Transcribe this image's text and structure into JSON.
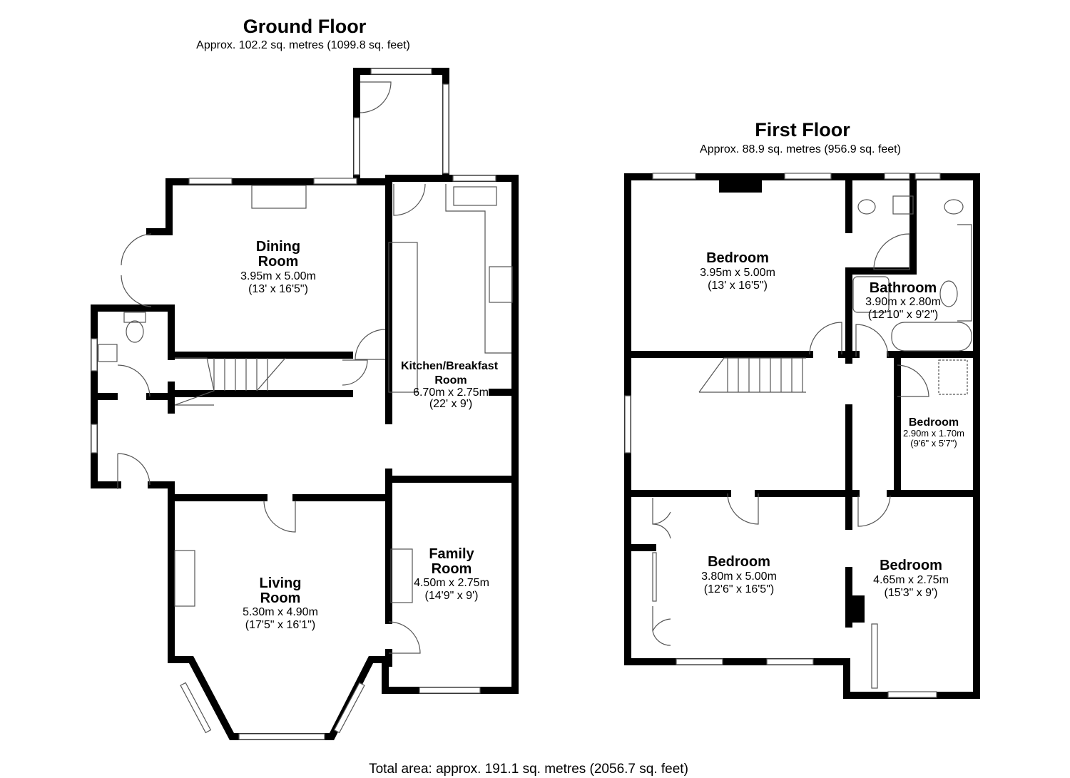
{
  "ground_floor": {
    "title": "Ground Floor",
    "area": "Approx. 102.2 sq. metres (1099.8 sq. feet)",
    "rooms": [
      {
        "name1": "Dining",
        "name2": "Room",
        "metric": "3.95m x 5.00m",
        "imperial": "(13' x 16'5\")"
      },
      {
        "name1": "Kitchen/Breakfast",
        "name2": "Room",
        "metric": "6.70m x 2.75m",
        "imperial": "(22' x 9')"
      },
      {
        "name1": "Living",
        "name2": "Room",
        "metric": "5.30m x 4.90m",
        "imperial": "(17'5\" x 16'1\")"
      },
      {
        "name1": "Family",
        "name2": "Room",
        "metric": "4.50m x 2.75m",
        "imperial": "(14'9\" x 9')"
      }
    ]
  },
  "first_floor": {
    "title": "First Floor",
    "area": "Approx. 88.9 sq. metres (956.9 sq. feet)",
    "rooms": [
      {
        "name": "Bedroom",
        "metric": "3.95m x 5.00m",
        "imperial": "(13' x 16'5\")"
      },
      {
        "name": "Bathroom",
        "metric": "3.90m x 2.80m",
        "imperial": "(12'10\" x 9'2\")"
      },
      {
        "name": "Bedroom",
        "metric": "2.90m x 1.70m",
        "imperial": "(9'6\" x 5'7\")"
      },
      {
        "name": "Bedroom",
        "metric": "3.80m x 5.00m",
        "imperial": "(12'6\" x 16'5\")"
      },
      {
        "name": "Bedroom",
        "metric": "4.65m x 2.75m",
        "imperial": "(15'3\" x 9')"
      }
    ]
  },
  "total_area": "Total area: approx. 191.1 sq. metres (2056.7 sq. feet)"
}
